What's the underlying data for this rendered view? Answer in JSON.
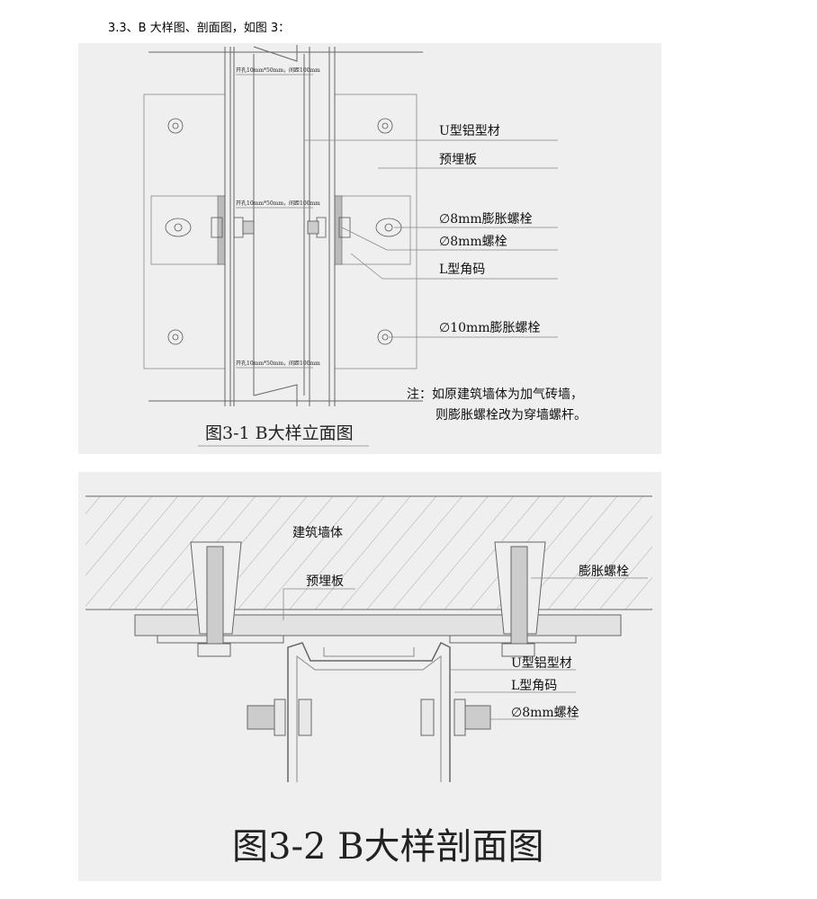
{
  "heading": "3.3、B 大样图、剖面图，如图 3：",
  "figure1": {
    "hole_note": "开孔10mm*50mm，间距100mm",
    "labels": [
      "U型铝型材",
      "预埋板",
      "∅8mm膨胀螺栓",
      "∅8mm螺栓",
      "L型角码",
      "∅10mm膨胀螺栓"
    ],
    "note_line1": "注：如原建筑墙体为加气砖墙，",
    "note_line2": "则膨胀螺栓改为穿墙螺杆。",
    "title": "图3-1 B大样立面图"
  },
  "figure2": {
    "labels": {
      "wall": "建筑墙体",
      "plate": "预埋板",
      "anchor": "膨胀螺栓",
      "u_profile": "U型铝型材",
      "l_bracket": "L型角码",
      "bolt": "∅8mm螺栓"
    },
    "title": "图3-2 B大样剖面图"
  }
}
